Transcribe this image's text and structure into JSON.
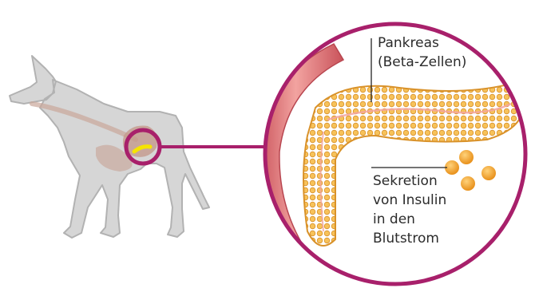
{
  "labels": {
    "pancreas": {
      "line1": "Pankreas",
      "line2": "(Beta-Zellen)"
    },
    "secretion": {
      "line1": "Sekretion",
      "line2": "von Insulin",
      "line3": "in den",
      "line4": "Blutstrom"
    }
  },
  "colors": {
    "accent": "#a8206b",
    "dog_body": "#d6d6d6",
    "dog_outline": "#b2b2b2",
    "organs": "#c49a8c",
    "pancreas": "#f4b54a",
    "pancreas_dark": "#d98f22",
    "vessel": "#e07b7b",
    "insulin": "#f5a623",
    "highlight": "#f6e400"
  }
}
